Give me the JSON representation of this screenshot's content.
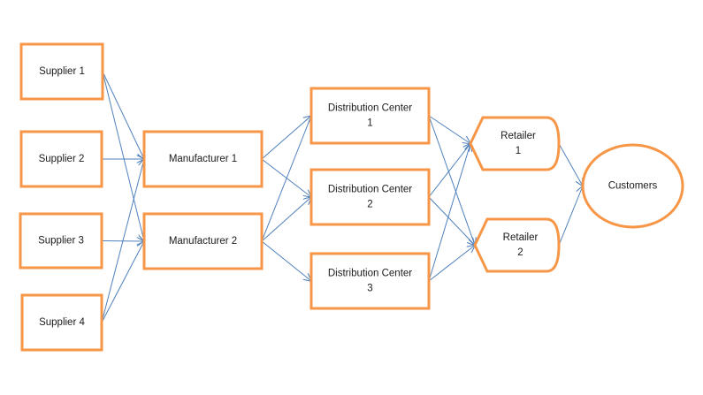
{
  "diagram": {
    "type": "supply-chain-flow",
    "colors": {
      "node_border": "#F79646",
      "node_fill": "#FFFFFF",
      "edge": "#4F81BD",
      "text": "#1A1A1A"
    },
    "nodes": [
      {
        "id": "s1",
        "shape": "rect",
        "lines": [
          "Supplier 1"
        ]
      },
      {
        "id": "s2",
        "shape": "rect",
        "lines": [
          "Supplier 2"
        ]
      },
      {
        "id": "s3",
        "shape": "rect",
        "lines": [
          "Supplier 3"
        ]
      },
      {
        "id": "s4",
        "shape": "rect",
        "lines": [
          "Supplier 4"
        ]
      },
      {
        "id": "m1",
        "shape": "rect",
        "lines": [
          "Manufacturer 1"
        ]
      },
      {
        "id": "m2",
        "shape": "rect",
        "lines": [
          "Manufacturer 2"
        ]
      },
      {
        "id": "dc1",
        "shape": "rect",
        "lines": [
          "Distribution Center",
          "1"
        ]
      },
      {
        "id": "dc2",
        "shape": "rect",
        "lines": [
          "Distribution Center",
          "2"
        ]
      },
      {
        "id": "dc3",
        "shape": "rect",
        "lines": [
          "Distribution Center",
          "3"
        ]
      },
      {
        "id": "r1",
        "shape": "display",
        "lines": [
          "Retailer",
          "1"
        ]
      },
      {
        "id": "r2",
        "shape": "display",
        "lines": [
          "Retailer",
          "2"
        ]
      },
      {
        "id": "c",
        "shape": "ellipse",
        "lines": [
          "Customers"
        ]
      }
    ],
    "edges": [
      {
        "from": "s1",
        "to": "m1"
      },
      {
        "from": "s1",
        "to": "m2"
      },
      {
        "from": "s2",
        "to": "m1"
      },
      {
        "from": "s3",
        "to": "m2"
      },
      {
        "from": "s4",
        "to": "m1"
      },
      {
        "from": "s4",
        "to": "m2"
      },
      {
        "from": "m1",
        "to": "dc1"
      },
      {
        "from": "m1",
        "to": "dc2"
      },
      {
        "from": "m2",
        "to": "dc1"
      },
      {
        "from": "m2",
        "to": "dc2"
      },
      {
        "from": "m2",
        "to": "dc3"
      },
      {
        "from": "dc1",
        "to": "r1"
      },
      {
        "from": "dc1",
        "to": "r2"
      },
      {
        "from": "dc2",
        "to": "r1"
      },
      {
        "from": "dc2",
        "to": "r2"
      },
      {
        "from": "dc3",
        "to": "r1"
      },
      {
        "from": "dc3",
        "to": "r2"
      },
      {
        "from": "r1",
        "to": "c"
      },
      {
        "from": "r2",
        "to": "c"
      }
    ]
  }
}
